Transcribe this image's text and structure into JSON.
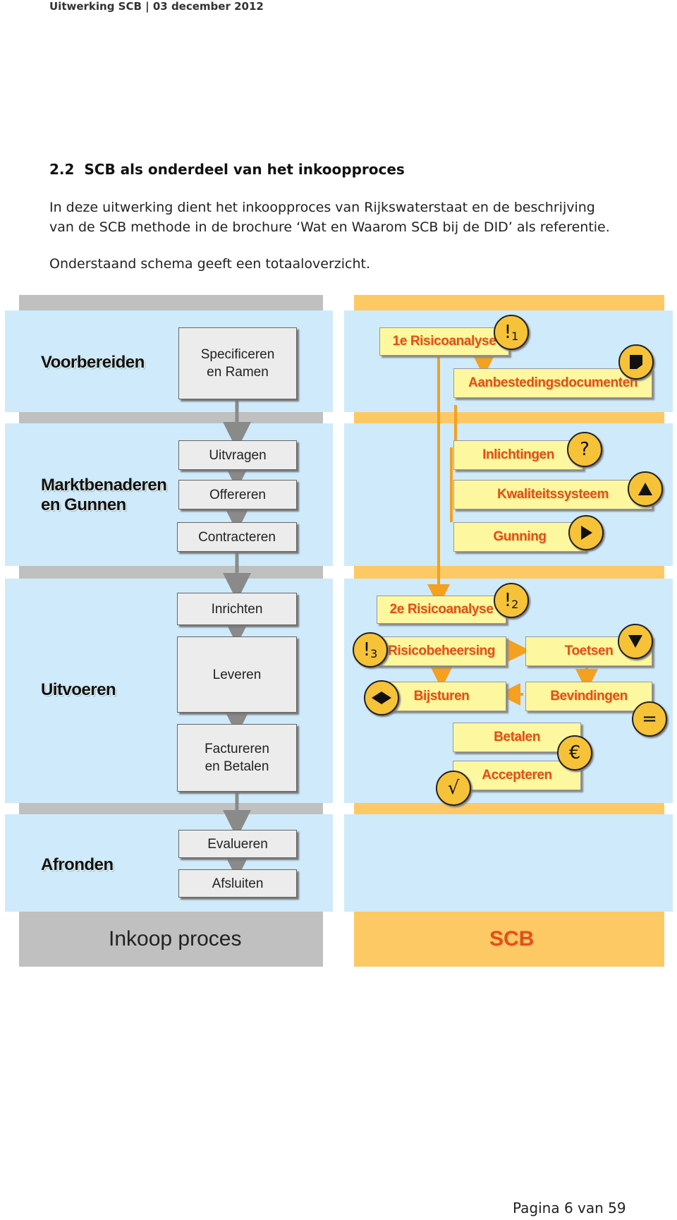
{
  "document": {
    "header": "Uitwerking SCB | 03 december 2012",
    "section_heading": "2.2  SCB als onderdeel van het inkoopproces",
    "intro_line1": "In deze uitwerking dient het inkoopproces van Rijkswaterstaat en de beschrijving",
    "intro_line2": "van de SCB methode in de brochure ‘Wat en Waarom SCB bij de DID’ als referentie.",
    "intro_line3": "Onderstaand schema geeft een totaaloverzicht.",
    "footer": "Pagina 6 van 59"
  },
  "diagram": {
    "phases": [
      "Voorbereiden",
      "Marktbenaderen\nen Gunnen",
      "Uitvoeren",
      "Afronden"
    ],
    "process_steps": {
      "specificeren": "Specificeren\nen Ramen",
      "uitvragen": "Uitvragen",
      "offereren": "Offereren",
      "contracteren": "Contracteren",
      "inrichten": "Inrichten",
      "leveren": "Leveren",
      "factureren": "Factureren\nen Betalen",
      "evalueren": "Evalueren",
      "afsluiten": "Afsluiten"
    },
    "scb_steps": {
      "risicoanalyse1": "1e Risicoanalyse",
      "aanbesteding": "Aanbestedingsdocumenten",
      "inlichtingen": "Inlichtingen",
      "kwaliteit": "Kwaliteitssysteem",
      "gunning": "Gunning",
      "risicoanalyse2": "2e Risicoanalyse",
      "risicobeheersing": "Risicobeheersing",
      "toetsen": "Toetsen",
      "bijsturen": "Bijsturen",
      "bevindingen": "Bevindingen",
      "betalen": "Betalen",
      "accepteren": "Accepteren"
    },
    "markers": {
      "excl1_main": "!",
      "excl1_sub": "1",
      "excl2_main": "!",
      "excl2_sub": "2",
      "excl3_main": "!",
      "excl3_sub": "3",
      "question": "?",
      "equals": "=",
      "euro": "€",
      "check": "√"
    },
    "icons": [
      "exclamation-icon",
      "document-icon",
      "question-icon",
      "triangle-up-icon",
      "play-icon",
      "triangle-down-icon",
      "diamond-icon",
      "equals-icon",
      "euro-icon",
      "check-icon"
    ],
    "column_labels": {
      "left": "Inkoop proces",
      "right": "SCB"
    },
    "colors": {
      "band": "#cfeafb",
      "gray_column": "#c0c0c0",
      "orange_column": "#fcc965",
      "scb_box": "#fdf8a0",
      "scb_text": "#e2501c",
      "arrow_orange": "#f5a01e",
      "arrow_gray": "#8a8a8a",
      "marker": "#f6c237"
    }
  }
}
